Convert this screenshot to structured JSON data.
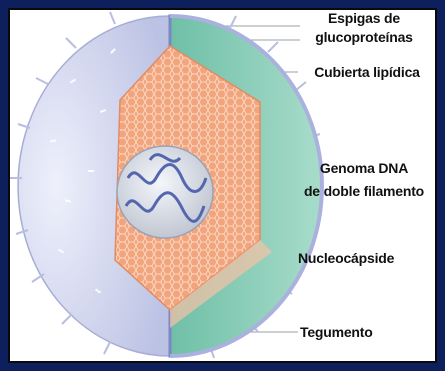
{
  "labels": {
    "spikes_line1": "Espigas de",
    "spikes_line2": "glucoproteínas",
    "envelope": "Cubierta lipídica",
    "genome_line1": "Genoma DNA",
    "genome_line2": "de doble filamento",
    "nucleocapsid": "Nucleocápside",
    "tegument": "Tegumento"
  },
  "colors": {
    "frame": "#0d1f5c",
    "envelope_outer": "#c9cde8",
    "envelope_inner": "#8fcfb8",
    "capsid": "#f0a07a",
    "genome": "#d8dde6",
    "dna_strand": "#5566b0"
  }
}
